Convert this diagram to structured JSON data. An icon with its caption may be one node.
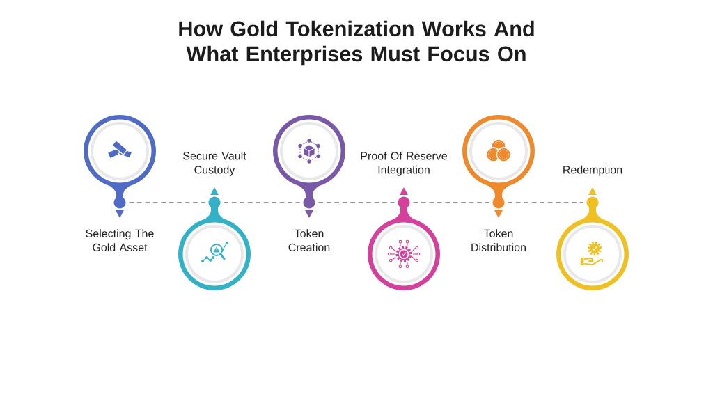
{
  "diagram": {
    "title": "How Gold Tokenization Works And What Enterprises Must Focus On",
    "nodes": [
      {
        "text": [
          "Selecting The Gold Asset"
        ]
      },
      {
        "text": [
          "Secure Vault Custody"
        ]
      },
      {
        "text": [
          "Token Creation"
        ]
      },
      {
        "text": [
          "Proof Of Reserve Integration"
        ]
      },
      {
        "text": [
          "Token Distribution"
        ]
      },
      {
        "text": [
          "Redemption"
        ]
      }
    ],
    "edges": [
      {
        "from": 0,
        "to": 1,
        "arrow": "none",
        "style": "dashed"
      },
      {
        "from": 1,
        "to": 2,
        "arrow": "none",
        "style": "dashed"
      },
      {
        "from": 2,
        "to": 3,
        "arrow": "none",
        "style": "dashed"
      },
      {
        "from": 3,
        "to": 4,
        "arrow": "none",
        "style": "dashed"
      },
      {
        "from": 4,
        "to": 5,
        "arrow": "none",
        "style": "dashed"
      }
    ]
  }
}
